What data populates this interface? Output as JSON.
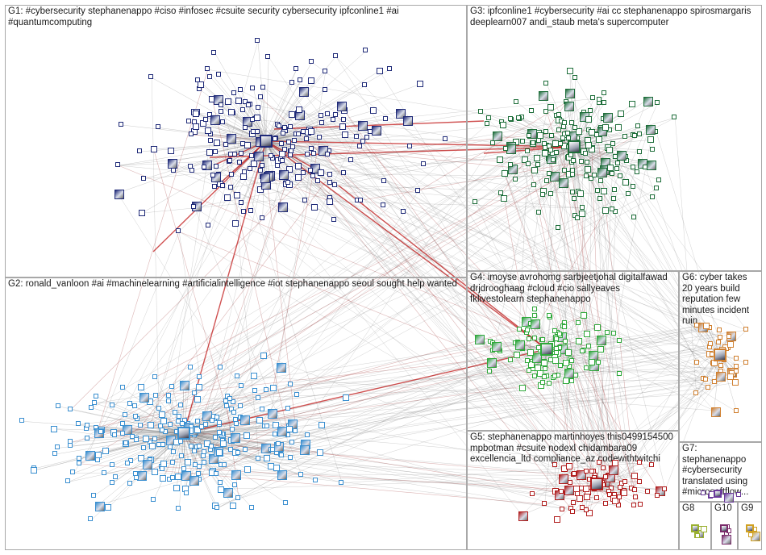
{
  "groups": [
    {
      "id": "G1",
      "label": "G1: #cybersecurity stephanenappo #ciso #infosec #csuite security cybersecurity ipfconline1 #ai #quantumcomputing",
      "color": "#1f2a78"
    },
    {
      "id": "G2",
      "label": "G2: ronald_vanloon #ai #machinelearning #artificialintelligence #iot stephanenappo seoul sought help wanted",
      "color": "#3a8fd0"
    },
    {
      "id": "G3",
      "label": "G3: ipfconline1 #cybersecurity #ai cc stephanenappo spirosmargaris deeplearn007 andi_staub meta's supercomputer",
      "color": "#1e6e3a"
    },
    {
      "id": "G4",
      "label": "G4: imoyse avrohomg sarbjeetjohal digitalfawad drjdrooghaag #cloud #cio sallyeaves fklivestolearn stephanenappo",
      "color": "#2ea83a"
    },
    {
      "id": "G5",
      "label": "G5: stephanenappo martinhoyes this0499154500 mpbotman #csuite nodexl chidambara09 excellencia_ltd compliance_az codewithtwitchi",
      "color": "#b01c1c"
    },
    {
      "id": "G6",
      "label": "G6: cyber takes 20 years build reputation few minutes incident ruin",
      "color": "#d08030"
    },
    {
      "id": "G7",
      "label": "G7: stephanenappo #cybersecurity translated using #microsoftflow...",
      "color": "#6a3a9a"
    },
    {
      "id": "G8",
      "label": "G8",
      "color": "#9ab030"
    },
    {
      "id": "G10",
      "label": "G10",
      "color": "#7a2a6a"
    },
    {
      "id": "G9",
      "label": "G9",
      "color": "#d0a020"
    }
  ]
}
